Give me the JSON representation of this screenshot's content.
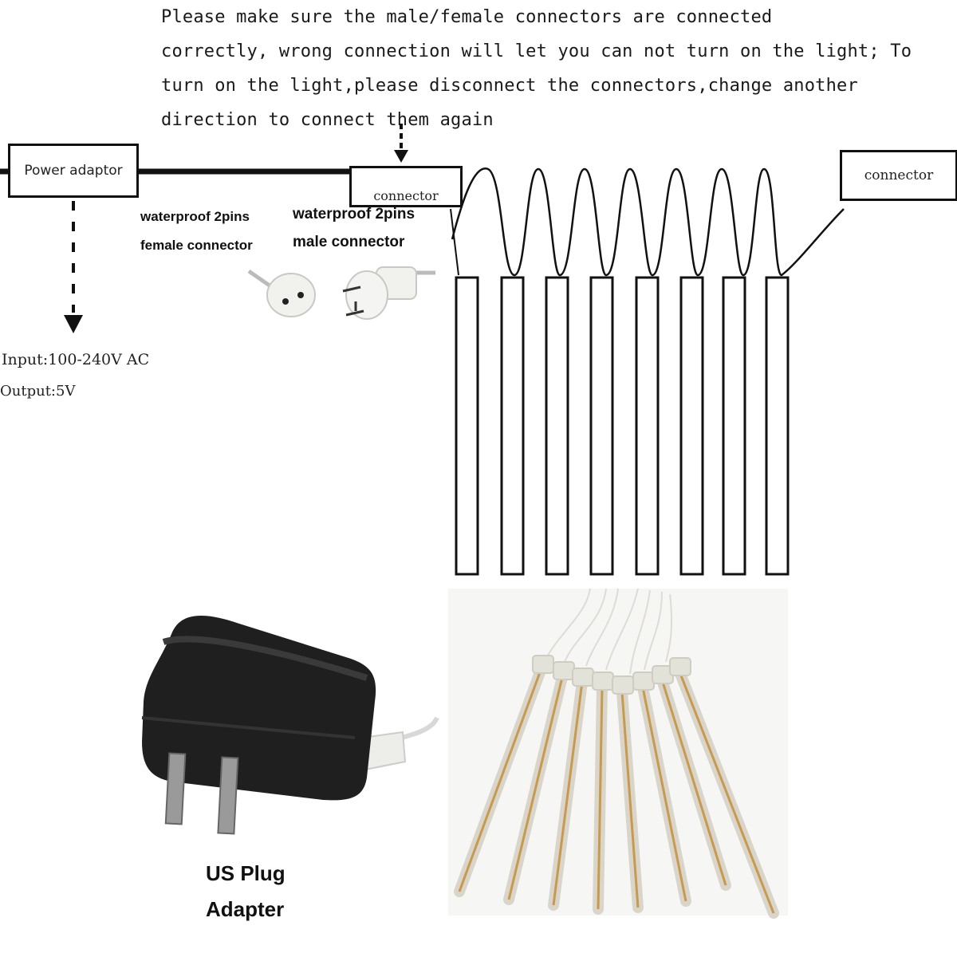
{
  "notice": {
    "lines": [
      "Please make sure the male/female connectors are connected",
      "correctly, wrong connection will let you can not turn on the light; To",
      "turn on the light,please disconnect the connectors,change another",
      "direction to connect them again"
    ]
  },
  "diagram": {
    "power_adaptor_label": "Power adaptor",
    "connector_left_label": "connector",
    "connector_right_label": "connector",
    "female_connector_line1": "waterproof  2pins",
    "female_connector_line2": "female connector",
    "male_connector_line1": "waterproof  2pins",
    "male_connector_line2": "male connector",
    "input_spec": "Input:100-240V AC",
    "output_spec": "Output:5V"
  },
  "photos": {
    "adapter_caption_line1": "US Plug",
    "adapter_caption_line2": "Adapter"
  },
  "colors": {
    "line": "#111111",
    "adapter_body": "#1e1e1e",
    "tube": "#e9e3d6",
    "led_strip": "#c79a4e"
  }
}
